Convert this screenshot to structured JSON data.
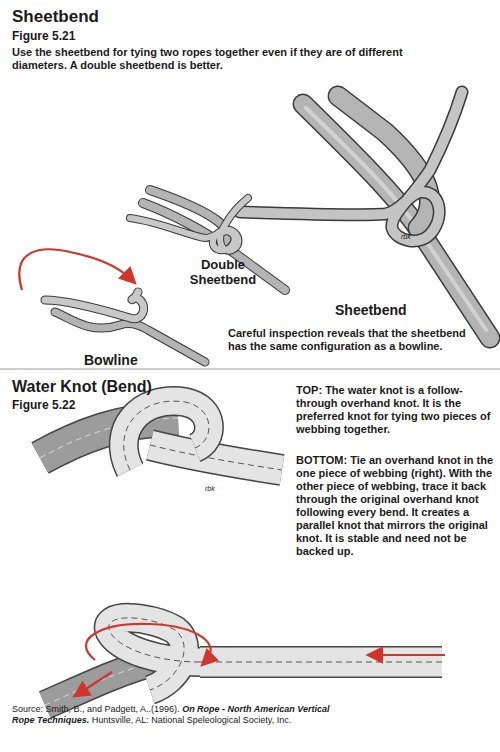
{
  "diagram": {
    "labels": [
      "Sheetbend",
      "Figure 5.21",
      "Use the sheetbend for tying two ropes together even if they are of different diameters. A double sheetbend is better.",
      "rbk",
      "Double Sheetbend",
      "Sheetbend",
      "Careful inspection reveals that the sheetbend has the same configuration as a bowline.",
      "Bowline",
      "Water Knot (Bend)",
      "Figure 5.22",
      "TOP: The water knot is a follow-through overhand knot. It is the preferred knot for tying two pieces of webbing together.",
      "BOTTOM: Tie an overhand knot in the one piece of webbing (right). With the other piece of webbing, trace it back through the original overhand knot following every bend. It creates a parallel knot that mirrors the original knot. It is stable and need not be backed up.",
      "rbk",
      "Source: Smith, B., and Padgett, A..(1996).",
      "On Rope - North American Vertical Rope Techniques.",
      "Huntsville, AL: National Speleological Society, Inc."
    ]
  }
}
